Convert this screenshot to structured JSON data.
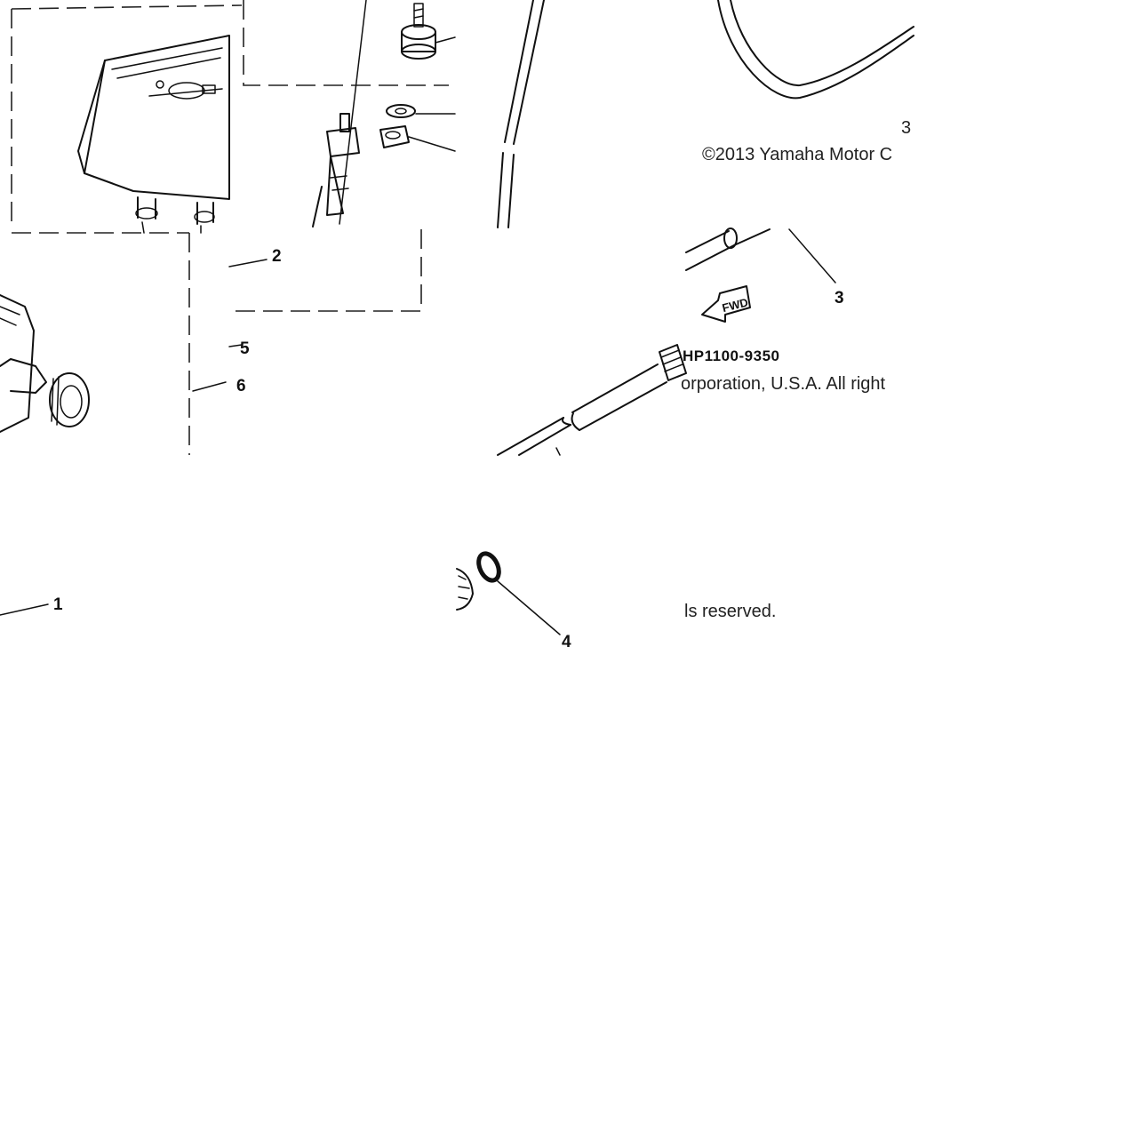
{
  "diagram": {
    "callouts": {
      "c1": "1",
      "c2": "2",
      "c3": "3",
      "c4": "4",
      "c5": "5",
      "c6": "6"
    },
    "part_code": "HP1100-9350",
    "fwd_label": "FWD",
    "copyright": {
      "line1": "©2013 Yamaha Motor C",
      "line2": "orporation, U.S.A. All right",
      "line3": "ls reserved.",
      "fragment": "3"
    }
  }
}
